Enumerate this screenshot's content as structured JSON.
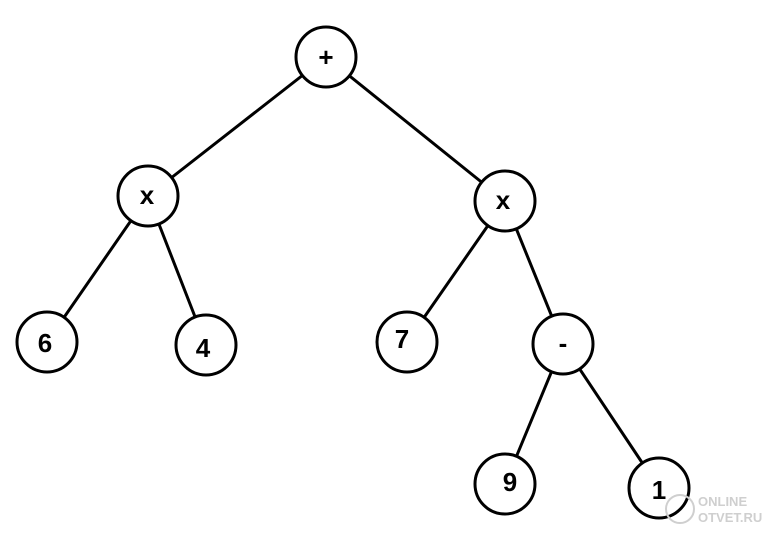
{
  "tree": {
    "nodes": [
      {
        "id": "root",
        "label": "+"
      },
      {
        "id": "mul-left",
        "label": "x"
      },
      {
        "id": "mul-right",
        "label": "x"
      },
      {
        "id": "leaf-6",
        "label": "6"
      },
      {
        "id": "leaf-4",
        "label": "4"
      },
      {
        "id": "leaf-7",
        "label": "7"
      },
      {
        "id": "minus",
        "label": "-"
      },
      {
        "id": "leaf-9",
        "label": "9"
      },
      {
        "id": "leaf-1",
        "label": "1"
      }
    ],
    "edges": [
      [
        "root",
        "mul-left"
      ],
      [
        "root",
        "mul-right"
      ],
      [
        "mul-left",
        "leaf-6"
      ],
      [
        "mul-left",
        "leaf-4"
      ],
      [
        "mul-right",
        "leaf-7"
      ],
      [
        "mul-right",
        "minus"
      ],
      [
        "minus",
        "leaf-9"
      ],
      [
        "minus",
        "leaf-1"
      ]
    ]
  },
  "watermark": {
    "line1": "ONLINE",
    "line2": "OTVET.RU"
  }
}
